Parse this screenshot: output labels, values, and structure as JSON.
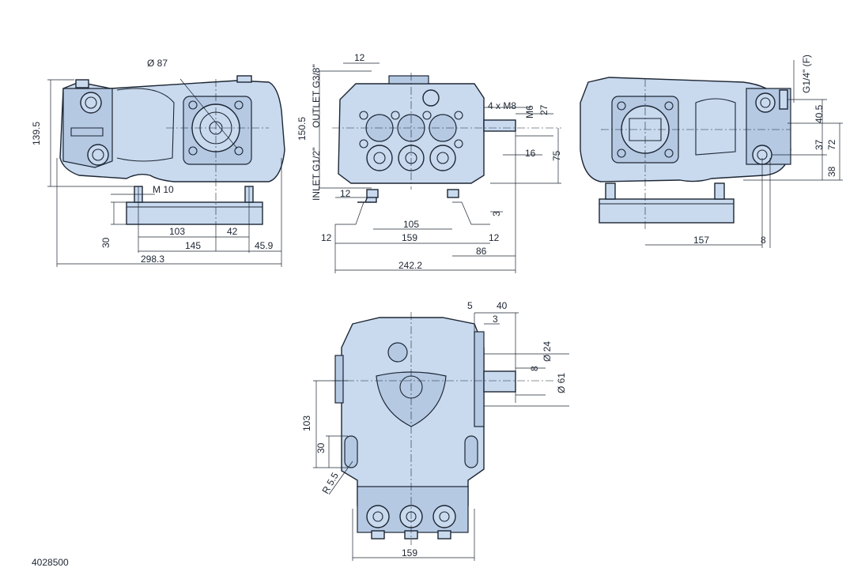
{
  "drawing_code": "4028500",
  "views": {
    "left": {
      "dims": {
        "d87": "Ø 87",
        "h139_5": "139.5",
        "m10": "M 10",
        "h30": "30",
        "w103": "103",
        "w42": "42",
        "w145": "145",
        "w45_9": "45.9",
        "w298_3": "298.3"
      }
    },
    "front": {
      "dims": {
        "w12_top": "12",
        "outlet": "OUTLET G3/8\"",
        "h150_5": "150.5",
        "inlet": "INLET G1/2\"",
        "m8": "4 x M8",
        "m6": "M6",
        "h27": "27",
        "w16": "16",
        "h75": "75",
        "w12_foot": "12",
        "w105": "105",
        "h3": "3",
        "w12_left": "12",
        "w159": "159",
        "w12_right": "12",
        "w86": "86",
        "w242_2": "242.2"
      }
    },
    "right": {
      "dims": {
        "g14": "G1/4\" (F)",
        "h40_5": "40.5",
        "h72": "72",
        "h37": "37",
        "h38": "38",
        "w157": "157",
        "w8": "8"
      }
    },
    "top": {
      "dims": {
        "w5": "5",
        "w40": "40",
        "w3": "3",
        "d24": "Ø 24",
        "w8": "8",
        "d61": "Ø 61",
        "h103": "103",
        "h30": "30",
        "r5_5": "R 5.5",
        "w159": "159"
      }
    }
  }
}
